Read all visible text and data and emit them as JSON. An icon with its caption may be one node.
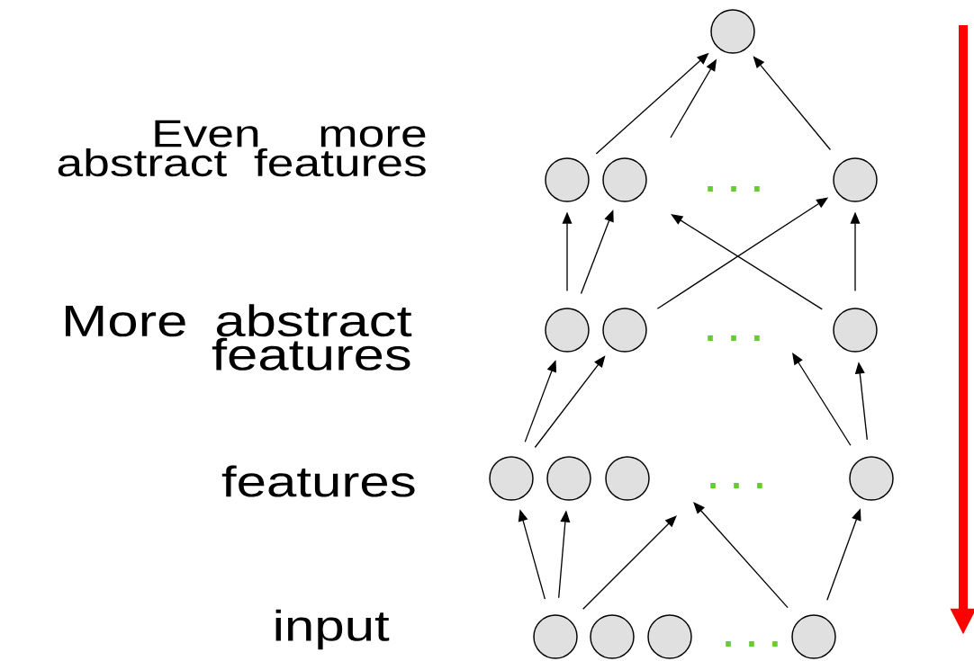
{
  "diagram": {
    "nodes": [
      {
        "text": [],
        "shape": "circle"
      },
      {
        "text": [],
        "shape": "circle"
      },
      {
        "text": [],
        "shape": "circle"
      },
      {
        "text": [],
        "shape": "circle"
      },
      {
        "text": [],
        "shape": "circle"
      },
      {
        "text": [],
        "shape": "circle"
      },
      {
        "text": [],
        "shape": "circle"
      },
      {
        "text": [],
        "shape": "circle"
      },
      {
        "text": [],
        "shape": "circle"
      },
      {
        "text": [],
        "shape": "circle"
      },
      {
        "text": [],
        "shape": "circle"
      },
      {
        "text": [],
        "shape": "circle"
      },
      {
        "text": [],
        "shape": "circle"
      },
      {
        "text": [],
        "shape": "circle"
      },
      {
        "text": [],
        "shape": "circle"
      }
    ],
    "edges": [
      {
        "from": 1,
        "to": 0,
        "arrow": "to"
      },
      {
        "from": null,
        "to": 0,
        "arrow": "to"
      },
      {
        "from": 3,
        "to": 0,
        "arrow": "to"
      },
      {
        "from": 4,
        "to": 1,
        "arrow": "to"
      },
      {
        "from": 4,
        "to": 2,
        "arrow": "to"
      },
      {
        "from": 5,
        "to": 3,
        "arrow": "to"
      },
      {
        "from": 6,
        "to": null,
        "arrow": "to"
      },
      {
        "from": 6,
        "to": 3,
        "arrow": "to"
      },
      {
        "from": 7,
        "to": 4,
        "arrow": "to"
      },
      {
        "from": 7,
        "to": 5,
        "arrow": "to"
      },
      {
        "from": 10,
        "to": null,
        "arrow": "to"
      },
      {
        "from": 10,
        "to": 6,
        "arrow": "to"
      },
      {
        "from": 11,
        "to": 7,
        "arrow": "to"
      },
      {
        "from": 11,
        "to": 8,
        "arrow": "to"
      },
      {
        "from": 11,
        "to": null,
        "arrow": "to"
      },
      {
        "from": 14,
        "to": null,
        "arrow": "to"
      },
      {
        "from": 14,
        "to": 10,
        "arrow": "to"
      }
    ],
    "labels": [
      "Even more abstract features",
      ". . .",
      "More abstract features",
      ". . .",
      "features",
      ". . .",
      "input",
      ". . ."
    ]
  }
}
